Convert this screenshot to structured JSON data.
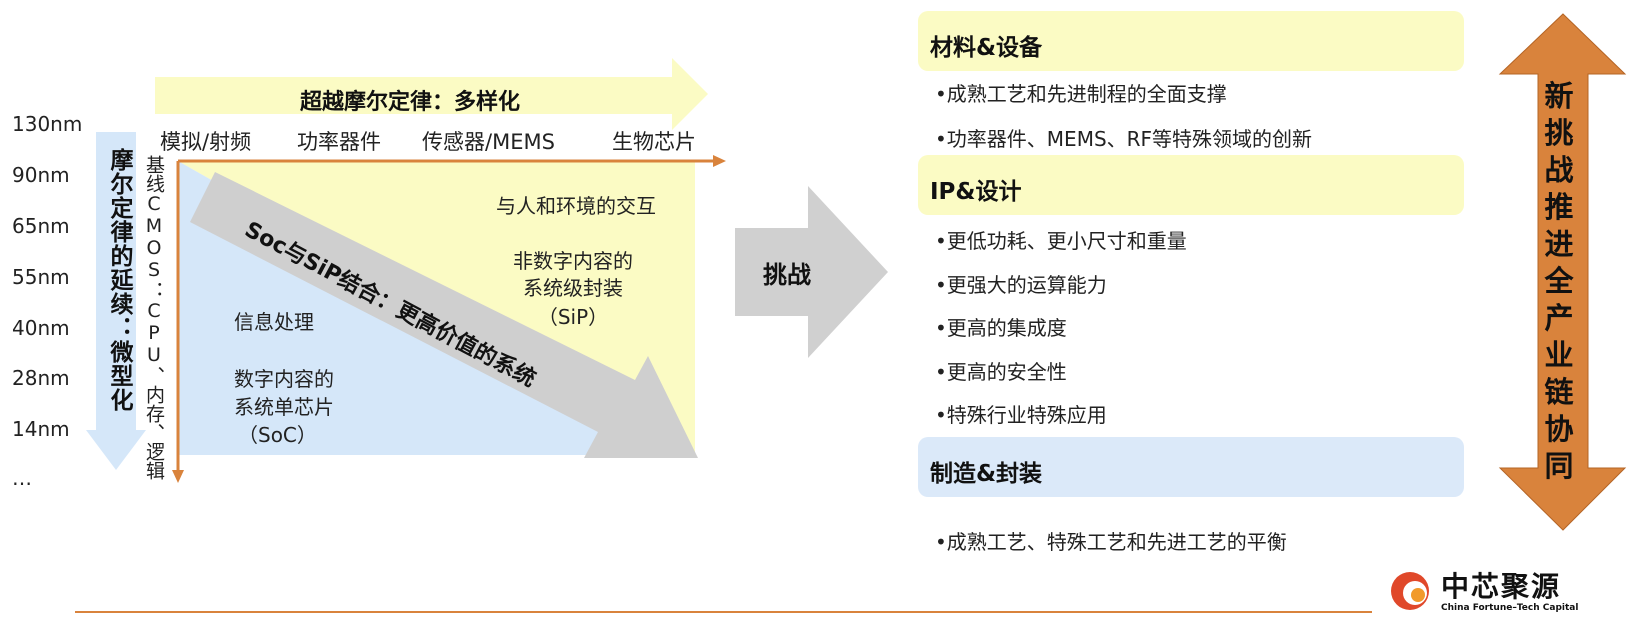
{
  "moore": {
    "nodes": [
      "130nm",
      "90nm",
      "65nm",
      "55nm",
      "40nm",
      "28nm",
      "14nm",
      "…"
    ],
    "label": "摩尔定律的延续：微型化",
    "baseline": "基线CMOS：CPU、内存、逻辑"
  },
  "more_than_moore": {
    "banner": "超越摩尔定律：多样化",
    "categories": [
      "模拟/射频",
      "功率器件",
      "传感器/MEMS",
      "生物芯片"
    ]
  },
  "panels": {
    "interaction": "与人和环境的交互",
    "sip_line1": "非数字内容的",
    "sip_line2": "系统级封装",
    "sip_line3": "（SiP）",
    "info": "信息处理",
    "soc_line1": "数字内容的",
    "soc_line2": "系统单芯片",
    "soc_line3": "（SoC）",
    "diagonal": "Soc与SiP结合：更高价值的系统"
  },
  "challenge": "挑战",
  "sections": [
    {
      "title": "材料&设备",
      "bullets": [
        "•成熟工艺和先进制程的全面支撑",
        "•功率器件、MEMS、RF等特殊领域的创新"
      ]
    },
    {
      "title": "IP&设计",
      "bullets": [
        "•更低功耗、更小尺寸和重量",
        "•更强大的运算能力",
        "•更高的集成度",
        "•更高的安全性",
        "•特殊行业特殊应用"
      ]
    },
    {
      "title": "制造&封装",
      "bullets": [
        "•成熟工艺、特殊工艺和先进工艺的平衡"
      ]
    }
  ],
  "side_arrow": "新挑战推进全产业链协同",
  "logo": {
    "cn": "中芯聚源",
    "en": "China Fortune–Tech Capital"
  },
  "colors": {
    "yellow": "#fbfbc4",
    "blue": "#d5e7f9",
    "orange": "#d9833c",
    "gray": "#d0d0d0"
  }
}
